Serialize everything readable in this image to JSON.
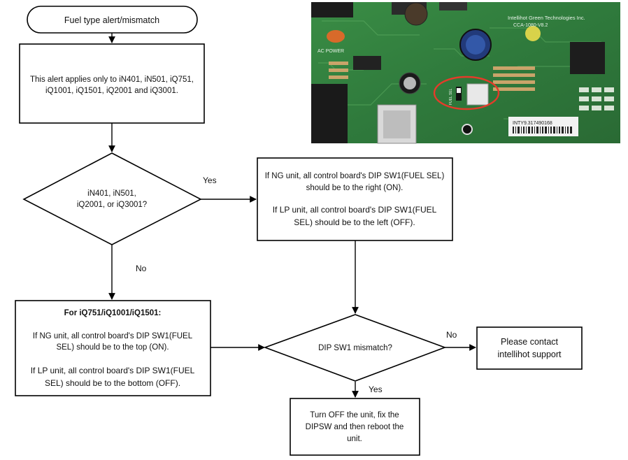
{
  "nodes": {
    "start": {
      "text": "Fuel type alert/mismatch"
    },
    "applies": {
      "lines": [
        "This alert applies only to iN401, iN501, iQ751,",
        "iQ1001, iQ1501, iQ2001 and iQ3001."
      ]
    },
    "model_decision": {
      "lines": [
        "iN401, iN501,",
        "iQ2001, or iQ3001?"
      ]
    },
    "ng_lp_right": {
      "lines": [
        "If NG unit, all control board's DIP SW1(FUEL SEL)",
        "should be to the right (ON).",
        "If LP unit, all control board's DIP SW1(FUEL",
        "SEL)  should be to the left (OFF)."
      ]
    },
    "iq_models": {
      "heading": "For iQ751/iQ1001/iQ1501:",
      "lines": [
        "If NG unit, all control board's DIP SW1(FUEL",
        "SEL)  should be to the top (ON).",
        "If LP unit, all control board's DIP SW1(FUEL",
        "SEL)  should be to the bottom (OFF)."
      ]
    },
    "mismatch_decision": {
      "text": "DIP SW1 mismatch?"
    },
    "contact_support": {
      "lines": [
        "Please contact",
        "intellihot support"
      ]
    },
    "turn_off": {
      "lines": [
        "Turn OFF the unit, fix the",
        "DIPSW and then reboot the",
        "unit."
      ]
    }
  },
  "edges": {
    "yes_1": "Yes",
    "no_1": "No",
    "no_2": "No",
    "yes_2": "Yes"
  },
  "photo": {
    "board_text_1": "Intellihot Green Technologies Inc.",
    "board_text_2": "CCA-1080-V8.2",
    "board_text_3": "AC POWER",
    "board_text_4": "FUEL SEL",
    "board_text_5": "INTY9.317490168",
    "colors": {
      "board": "#2f7a3c",
      "highlight": "#e53b2a"
    }
  }
}
